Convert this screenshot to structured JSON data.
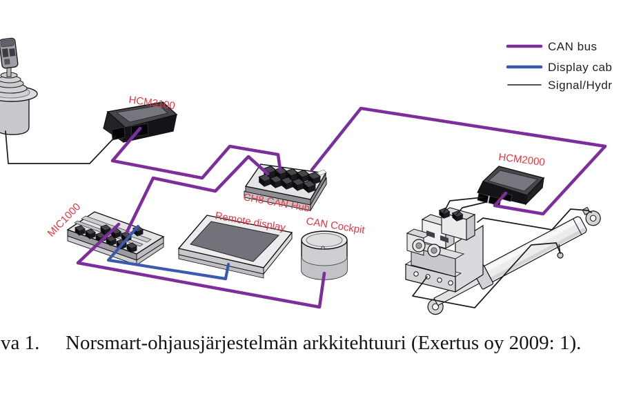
{
  "diagram": {
    "component_labels": {
      "hcm3100": "HCM3100",
      "ch8_can_hub": "CH8 CAN Hub",
      "mic1000": "MIC1000",
      "remote_display": "Remote display",
      "can_cockpit": "CAN Cockpit",
      "hcm2000": "HCM2000"
    },
    "colors": {
      "can_bus": "#7c2f9b",
      "display_cable": "#3b5aad",
      "signal": "#1a1a1a",
      "label": "#e23845"
    }
  },
  "legend": {
    "items": [
      {
        "label": "CAN bus",
        "color": "#7c2f9b"
      },
      {
        "label": "Display cab",
        "color": "#3b5aad"
      },
      {
        "label": "Signal/Hydr",
        "color": "#1a1a1a"
      }
    ]
  },
  "caption": {
    "number": "va 1.",
    "text": "Norsmart-ohjausjärjestelmän arkkitehtuuri (Exertus oy 2009: 1)."
  }
}
